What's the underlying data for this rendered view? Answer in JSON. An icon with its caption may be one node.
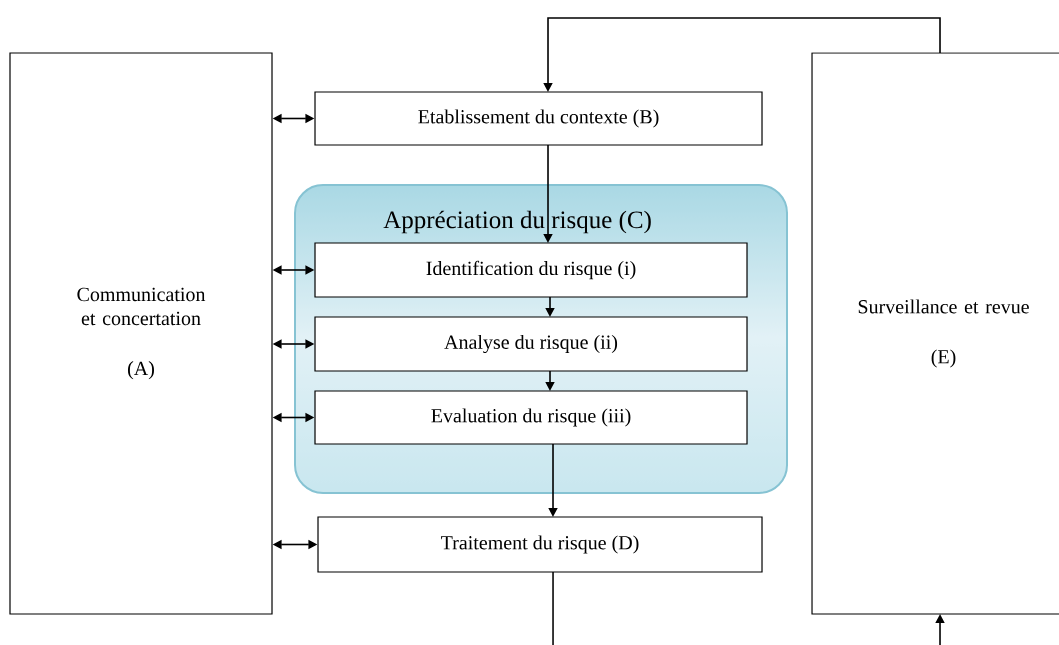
{
  "diagram": {
    "nodes": [
      {
        "text": [
          "Communication et concertation",
          "(A)"
        ]
      },
      {
        "text": [
          "Etablissement du contexte (B)"
        ]
      },
      {
        "text": [
          "Appréciation du risque (C)"
        ]
      },
      {
        "text": [
          "Identification du risque (i)"
        ],
        "in": 2
      },
      {
        "text": [
          "Analyse du risque (ii)"
        ],
        "in": 2
      },
      {
        "text": [
          "Evaluation du risque (iii)"
        ],
        "in": 2
      },
      {
        "text": [
          "Traitement du risque (D)"
        ]
      },
      {
        "text": [
          "Surveillance et revue",
          "(E)"
        ]
      }
    ],
    "edges": [
      {
        "from": 0,
        "to": 1,
        "arrow": "both"
      },
      {
        "from": 0,
        "to": 3,
        "arrow": "both"
      },
      {
        "from": 0,
        "to": 4,
        "arrow": "both"
      },
      {
        "from": 0,
        "to": 5,
        "arrow": "both"
      },
      {
        "from": 0,
        "to": 6,
        "arrow": "both"
      },
      {
        "from": 1,
        "to": 3,
        "arrow": "to"
      },
      {
        "from": 3,
        "to": 4,
        "arrow": "to"
      },
      {
        "from": 4,
        "to": 5,
        "arrow": "to"
      },
      {
        "from": 5,
        "to": 6,
        "arrow": "to"
      },
      {
        "from": 6,
        "to": 7,
        "arrow": "to"
      },
      {
        "from": 7,
        "to": 1,
        "arrow": "to"
      }
    ]
  }
}
